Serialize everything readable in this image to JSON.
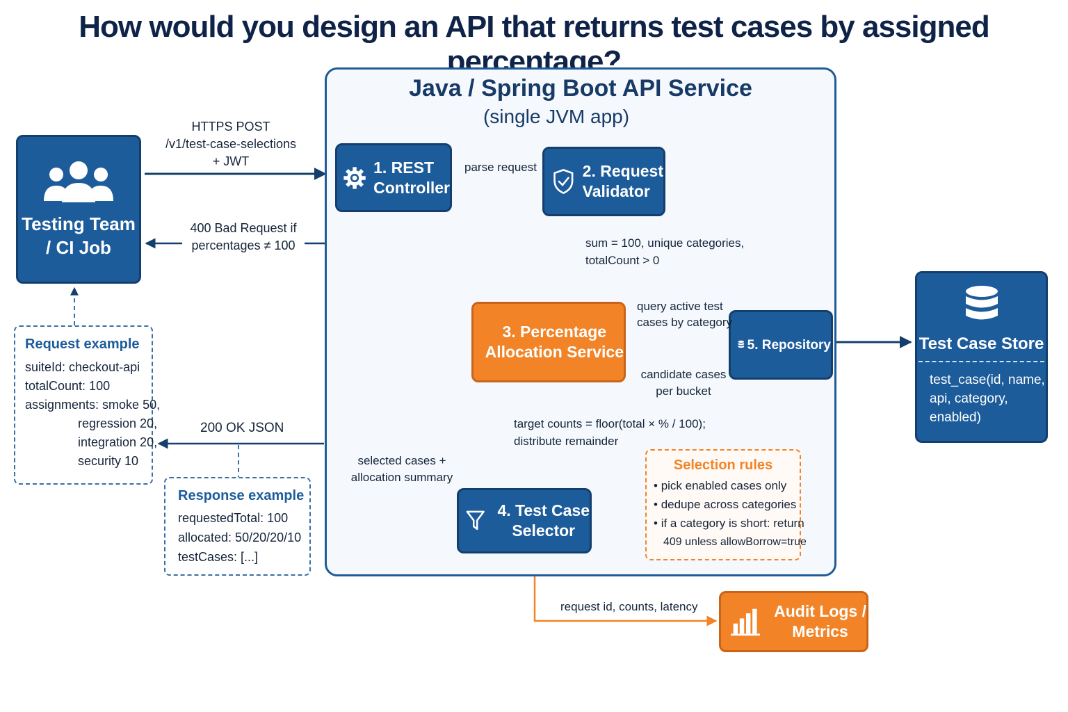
{
  "title": "How would you design an API that returns test cases by assigned percentage?",
  "service": {
    "title": "Java / Spring Boot API Service",
    "subtitle": "(single JVM app)"
  },
  "nodes": {
    "testing_team": "Testing Team\n/ CI Job",
    "rest_controller": "1. REST\nController",
    "request_validator": "2. Request\nValidator",
    "allocation_service": "3. Percentage\nAllocation Service",
    "test_case_selector": "4. Test Case\nSelector",
    "repository": "5. Repository",
    "test_case_store": {
      "title": "Test Case Store",
      "schema": "test_case(id, name,\napi, category,\nenabled)"
    },
    "audit_logs": "Audit Logs /\nMetrics"
  },
  "edges": {
    "https_post": "HTTPS POST\n/v1/test-case-selections\n+ JWT",
    "bad_request": "400 Bad Request if\npercentages ≠ 100",
    "parse_request": "parse request",
    "validation": "sum = 100, unique categories,\ntotalCount > 0",
    "query_active": "query active test\ncases by category",
    "candidate_cases": "candidate cases\nper bucket",
    "target_counts": "target counts = floor(total × % / 100);\ndistribute remainder",
    "selected_cases": "selected cases +\nallocation summary",
    "ok_json": "200 OK JSON",
    "audit": "request id, counts, latency"
  },
  "request_example": {
    "title": "Request example",
    "lines": [
      "suiteId: checkout-api",
      "totalCount: 100",
      "assignments: smoke 50,",
      "regression 20,",
      "integration 20,",
      "security 10"
    ]
  },
  "response_example": {
    "title": "Response example",
    "lines": [
      "requestedTotal: 100",
      "allocated: 50/20/20/10",
      "testCases: [...]"
    ]
  },
  "selection_rules": {
    "title": "Selection rules",
    "items": [
      "pick enabled cases only",
      "dedupe across categories",
      "if a category is short: return",
      "409 unless allowBorrow=true"
    ]
  },
  "colors": {
    "blue": "#1d5c9b",
    "navy": "#0f2349",
    "orange": "#f28427"
  }
}
